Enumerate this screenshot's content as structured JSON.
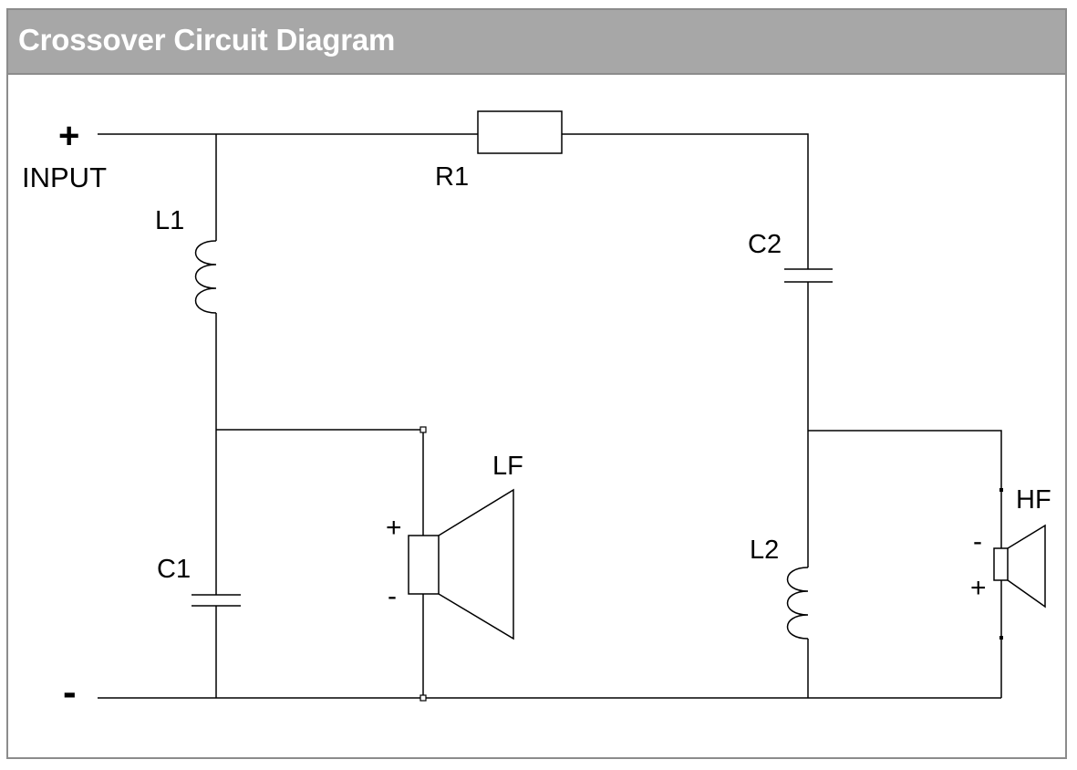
{
  "header": {
    "title": "Crossover Circuit Diagram"
  },
  "input": {
    "plus_symbol": "+",
    "label": "INPUT",
    "minus_symbol": "-"
  },
  "components": {
    "r1": "R1",
    "l1": "L1",
    "c1": "C1",
    "c2": "C2",
    "l2": "L2"
  },
  "speakers": {
    "lf": {
      "label": "LF",
      "plus": "+",
      "minus": "-"
    },
    "hf": {
      "label": "HF",
      "minus": "-",
      "plus": "+"
    }
  }
}
